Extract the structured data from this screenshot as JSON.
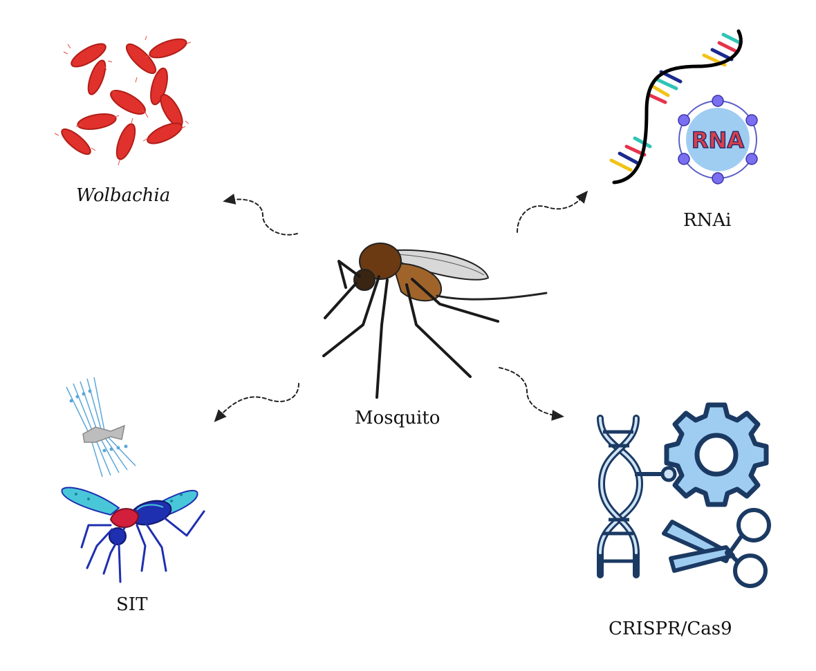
{
  "labels": {
    "wolbachia": "Wolbachia",
    "rnai": "RNAi",
    "mosquito": "Mosquito",
    "sit": "SIT",
    "crispr": "CRISPR/Cas9"
  },
  "rna_badge": "RNA",
  "colors": {
    "wolbachia_red": "#e0312c",
    "dna_navy": "#1b3a63",
    "dna_light": "#cfe3f5",
    "rna_blue": "#9fcdf2",
    "rna_node": "#7a6ff0",
    "rna_text": "#d8404a",
    "sit_wing": "#49c7d9",
    "sit_body": "#1e2fb0",
    "sit_head": "#d21f3c",
    "mosquito_body": "#6b3a12",
    "mosquito_wing": "#c8c8c8"
  },
  "icons": [
    "bacteria-icon",
    "rna-helix-icon",
    "mosquito-icon",
    "irradiation-icon",
    "sterile-mosquito-icon",
    "dna-gear-scissors-icon",
    "dashed-arrow-icon"
  ]
}
